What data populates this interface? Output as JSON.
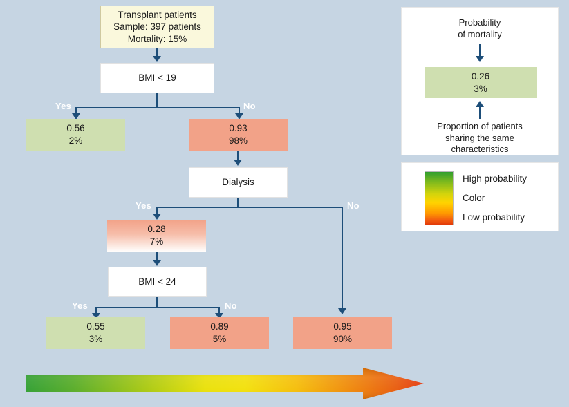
{
  "background_color": "#c6d5e3",
  "tree": {
    "root": {
      "line1": "Transplant patients",
      "line2": "Sample: 397 patients",
      "line3": "Mortality: 15%",
      "color": "#faf8dc"
    },
    "decision_1": {
      "label": "BMI < 19"
    },
    "decision_2": {
      "label": "Dialysis"
    },
    "decision_3": {
      "label": "BMI < 24"
    },
    "branch_labels": {
      "bmi19_yes": "Yes",
      "bmi19_no": "No",
      "dialysis_yes": "Yes",
      "dialysis_no": "No",
      "bmi24_yes": "Yes",
      "bmi24_no": "No"
    },
    "leaves": [
      {
        "id": "leaf-bmi19-yes",
        "probability": "0.56",
        "proportion": "2%",
        "color": "#cfdfb0"
      },
      {
        "id": "leaf-bmi19-no",
        "probability": "0.93",
        "proportion": "98%",
        "color": "#f2a288"
      },
      {
        "id": "leaf-dialysis-yes",
        "probability": "0.28",
        "proportion": "7%",
        "color": "gradient-salmon-white"
      },
      {
        "id": "leaf-bmi24-yes",
        "probability": "0.55",
        "proportion": "3%",
        "color": "#cfdfb0"
      },
      {
        "id": "leaf-bmi24-no",
        "probability": "0.89",
        "proportion": "5%",
        "color": "#f2a288"
      },
      {
        "id": "leaf-dialysis-no",
        "probability": "0.95",
        "proportion": "90%",
        "color": "#f2a288"
      }
    ]
  },
  "legend_panel": {
    "top_caption": "Probability\nof mortality",
    "sample_probability": "0.26",
    "sample_proportion": "3%",
    "sample_color": "#cfdfb0",
    "bottom_caption": "Proportion of patients\nsharing the same\ncharacteristics"
  },
  "color_legend": {
    "high_label": "High probability",
    "middle_label": "Color",
    "low_label": "Low probability",
    "gradient_top_color": "#2f9e2f",
    "gradient_mid_color": "#ffd400",
    "gradient_bottom_color": "#e03a0a"
  },
  "gradient_arrow": {
    "start_color": "#2f9e2f",
    "mid_color": "#f2e007",
    "end_color": "#e3340a",
    "direction": "left-to-right"
  }
}
